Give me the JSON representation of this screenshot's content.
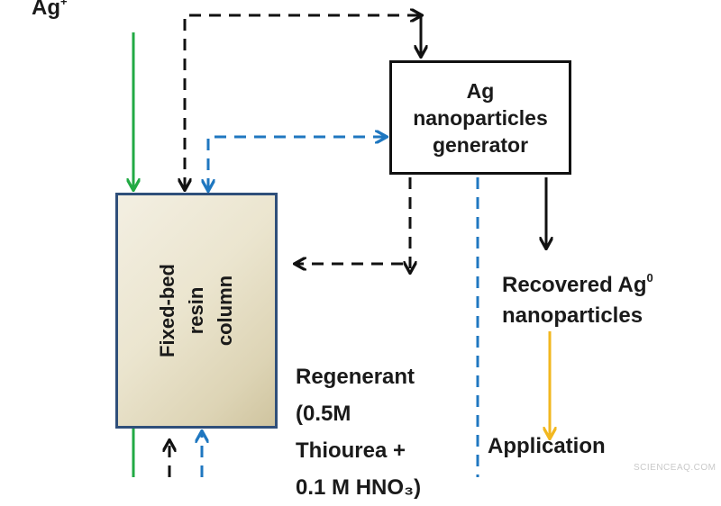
{
  "inputs": {
    "ag_ion_base": "Ag",
    "ag_ion_charge": "+"
  },
  "generator": {
    "lines": [
      "Ag",
      "nanoparticles",
      "generator"
    ]
  },
  "resin_column": {
    "lines": [
      "Fixed-bed",
      "resin",
      "column"
    ]
  },
  "output": {
    "line1_base": "Recovered Ag",
    "line1_sup": "0",
    "line2": "nanoparticles"
  },
  "regenerant": {
    "lines": [
      "Regenerant",
      "(0.5M",
      "Thiourea +",
      "0.1 M HNO₃)"
    ]
  },
  "application": "Application",
  "watermark": "SCIENCEAQ.COM",
  "colors": {
    "black_flow": "#111111",
    "blue_flow": "#1f77c0",
    "green_flow": "#22aa44",
    "yellow_flow": "#f2b71f",
    "resin_border": "#2f4f7a",
    "resin_fill": "#ebe5cf"
  }
}
